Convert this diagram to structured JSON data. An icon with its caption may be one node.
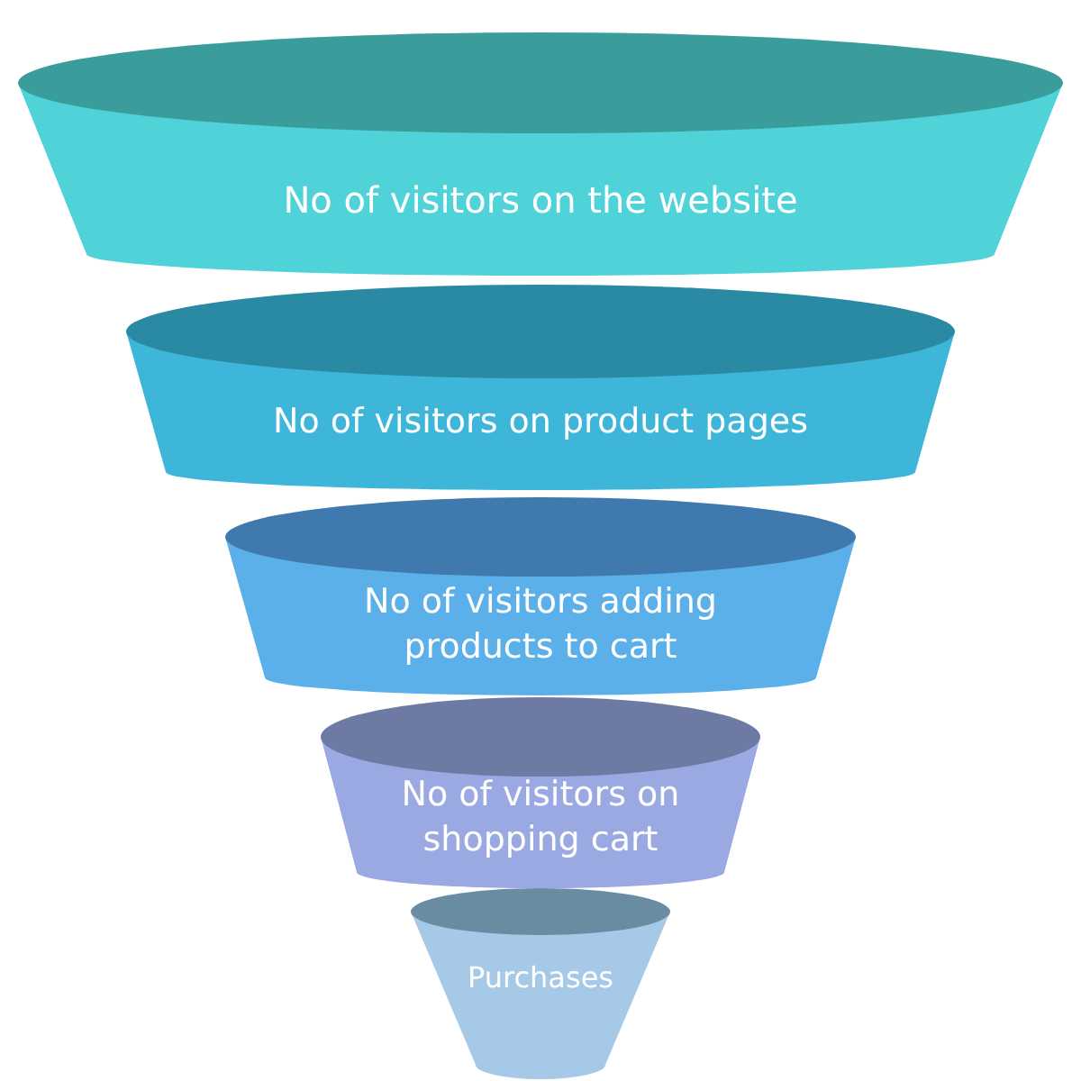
{
  "diagram": {
    "nodes": [
      {
        "text": [
          "No of visitors on the website"
        ]
      },
      {
        "text": [
          "No of visitors on product pages"
        ]
      },
      {
        "text": [
          "No of visitors adding products to cart"
        ]
      },
      {
        "text": [
          "No of visitors on shopping cart"
        ]
      },
      {
        "text": [
          "Purchases"
        ]
      }
    ]
  }
}
